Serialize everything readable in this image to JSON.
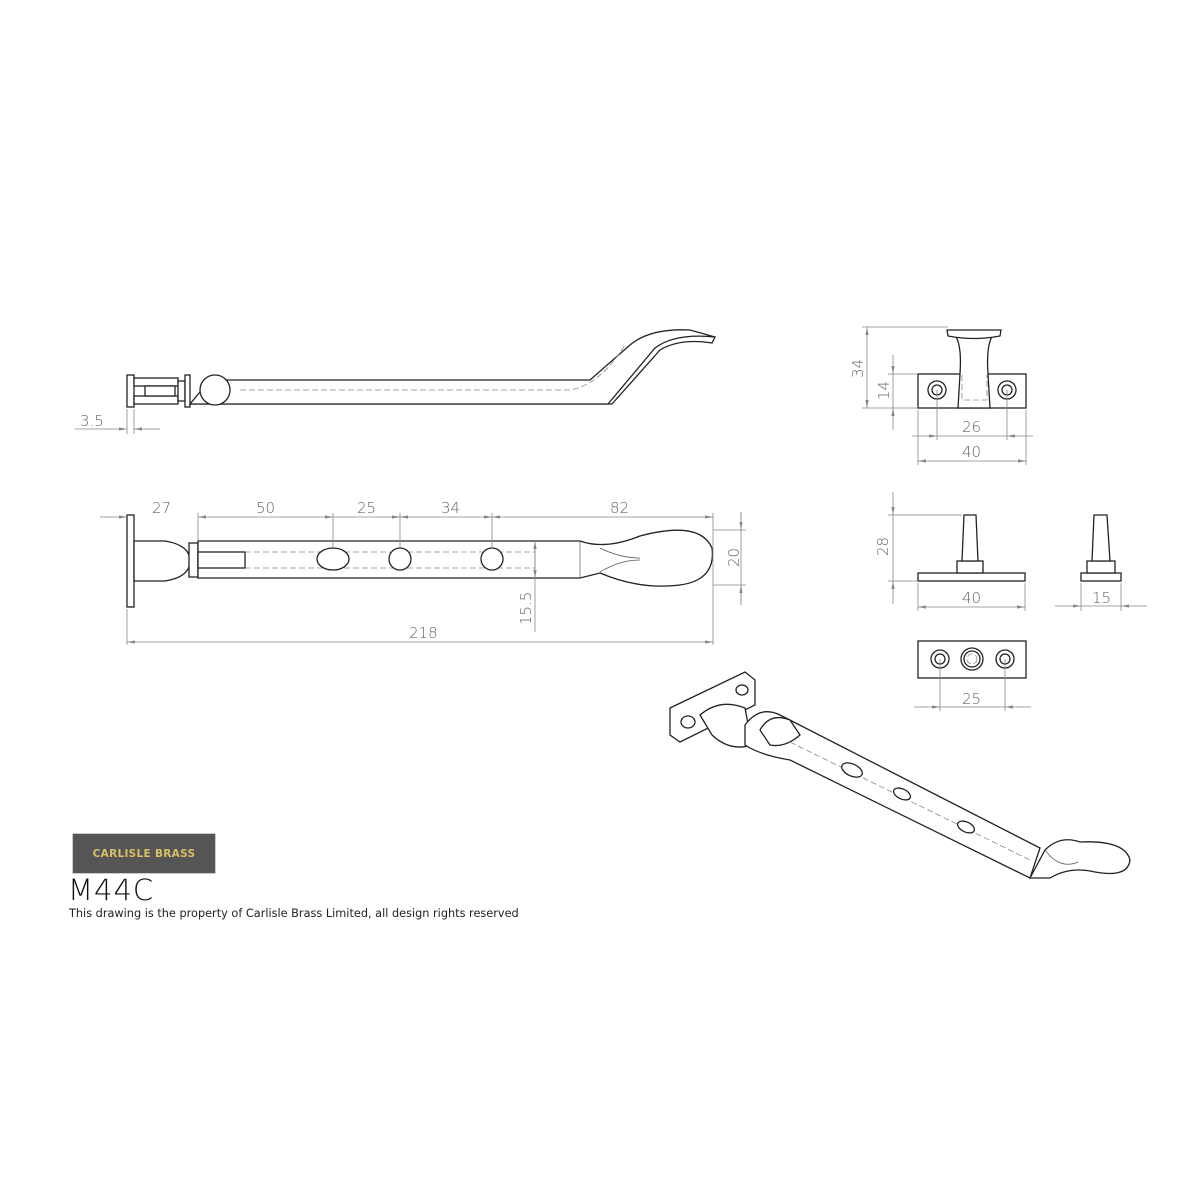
{
  "brand": {
    "logo_text": "CARLISLE BRASS",
    "logo_bg": "#555555",
    "logo_fg": "#d8bf6a"
  },
  "product_code": "M44C",
  "disclaimer": "This drawing is the property of Carlisle Brass Limited, all design rights reserved",
  "dimensions": {
    "side_view": {
      "plate_thickness": "3.5"
    },
    "top_view": {
      "d27": "27",
      "d50": "50",
      "d25": "25",
      "d34": "34",
      "d82": "82",
      "overall": "218",
      "width": "20",
      "bar_offset": "15.5"
    },
    "bracket_front": {
      "height": "34",
      "base_height": "14",
      "hole_centres": "26",
      "width": "40"
    },
    "pin_side": {
      "height": "28",
      "width": "40"
    },
    "pin_end": {
      "width": "15"
    },
    "pin_plate": {
      "hole_centres": "25"
    }
  }
}
